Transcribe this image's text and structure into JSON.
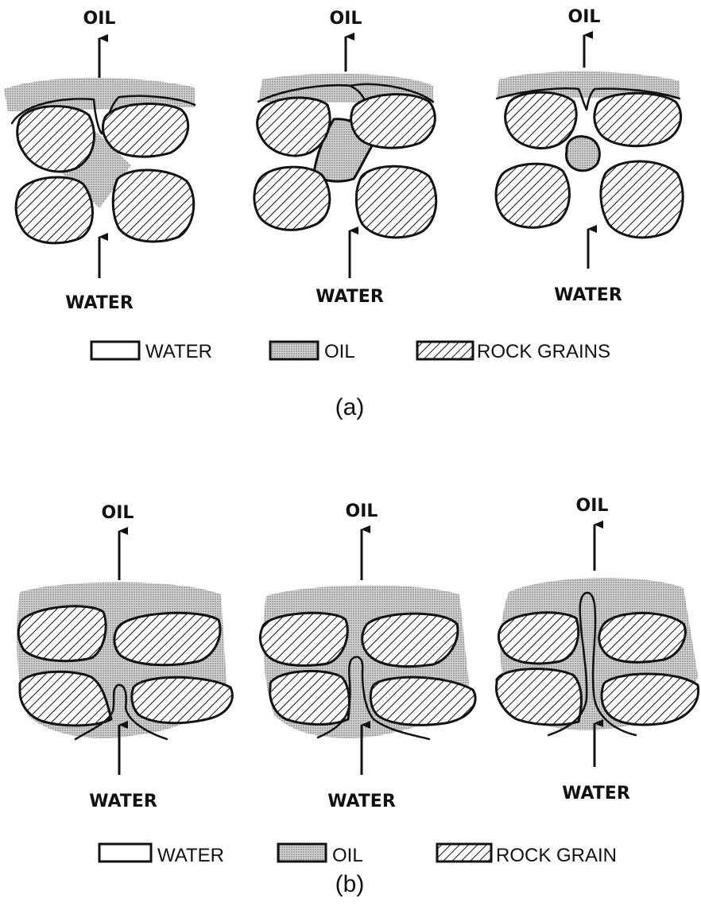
{
  "panel_a": {
    "caption": "(a)",
    "stages": [
      {
        "top_label": "OIL",
        "bottom_label": "WATER"
      },
      {
        "top_label": "OIL",
        "bottom_label": "WATER"
      },
      {
        "top_label": "OIL",
        "bottom_label": "WATER"
      }
    ],
    "legend": {
      "water": "WATER",
      "oil": "OIL",
      "rock": "ROCK GRAINS"
    }
  },
  "panel_b": {
    "caption": "(b)",
    "stages": [
      {
        "top_label": "OIL",
        "bottom_label": "WATER"
      },
      {
        "top_label": "OIL",
        "bottom_label": "WATER"
      },
      {
        "top_label": "OIL",
        "bottom_label": "WATER"
      }
    ],
    "legend": {
      "water": "WATER",
      "oil": "OIL",
      "rock": "ROCK GRAIN"
    }
  },
  "colors": {
    "ink": "#111111",
    "oil_fill": "#bdbdbd",
    "background": "#ffffff"
  }
}
